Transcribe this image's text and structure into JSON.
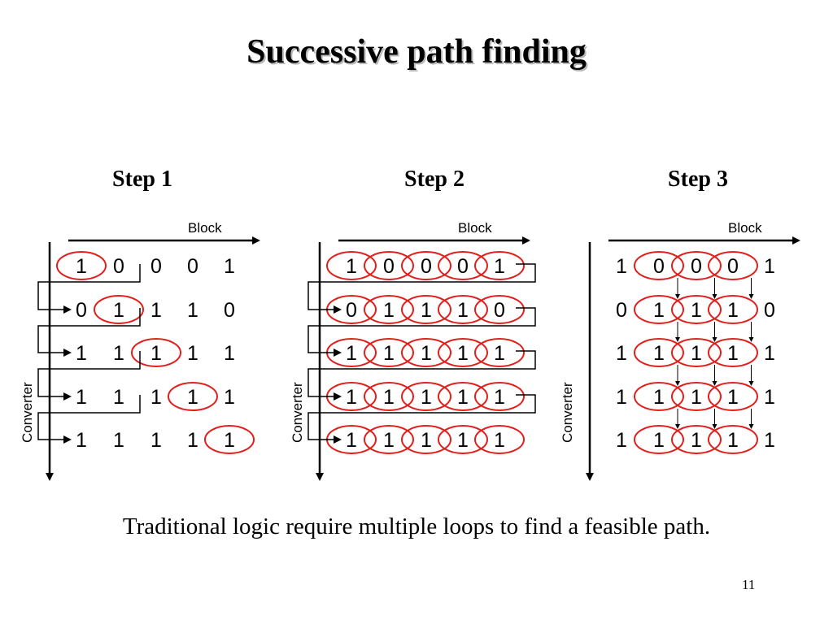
{
  "title": "Successive path finding",
  "steps": [
    {
      "label": "Step 1",
      "block_label": "Block",
      "converter_label": "Converter"
    },
    {
      "label": "Step 2",
      "block_label": "Block",
      "converter_label": "Converter"
    },
    {
      "label": "Step 3",
      "block_label": "Block",
      "converter_label": "Converter"
    }
  ],
  "matrix": [
    [
      "1",
      "0",
      "0",
      "0",
      "1"
    ],
    [
      "0",
      "1",
      "1",
      "1",
      "0"
    ],
    [
      "1",
      "1",
      "1",
      "1",
      "1"
    ],
    [
      "1",
      "1",
      "1",
      "1",
      "1"
    ],
    [
      "1",
      "1",
      "1",
      "1",
      "1"
    ]
  ],
  "caption": "Traditional logic require multiple loops to find a feasible path.",
  "page_number": "11",
  "colors": {
    "ellipse": "#e0201c",
    "line": "#000000"
  }
}
